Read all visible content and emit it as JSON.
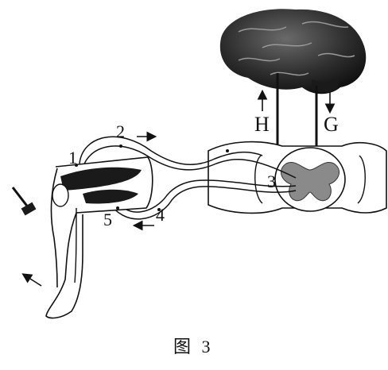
{
  "labels": {
    "n1": "1",
    "n2": "2",
    "n3": "3",
    "n4": "4",
    "n5": "5",
    "H": "H",
    "G": "G"
  },
  "caption": "图 3",
  "icons": [
    "brain-icon",
    "reflex-hammer-icon",
    "spinal-cord-cross-section",
    "leg-icon"
  ],
  "colors": {
    "ink": "#111111",
    "brain": "#2a2a2a",
    "grey_matter": "#8a8a8a"
  }
}
